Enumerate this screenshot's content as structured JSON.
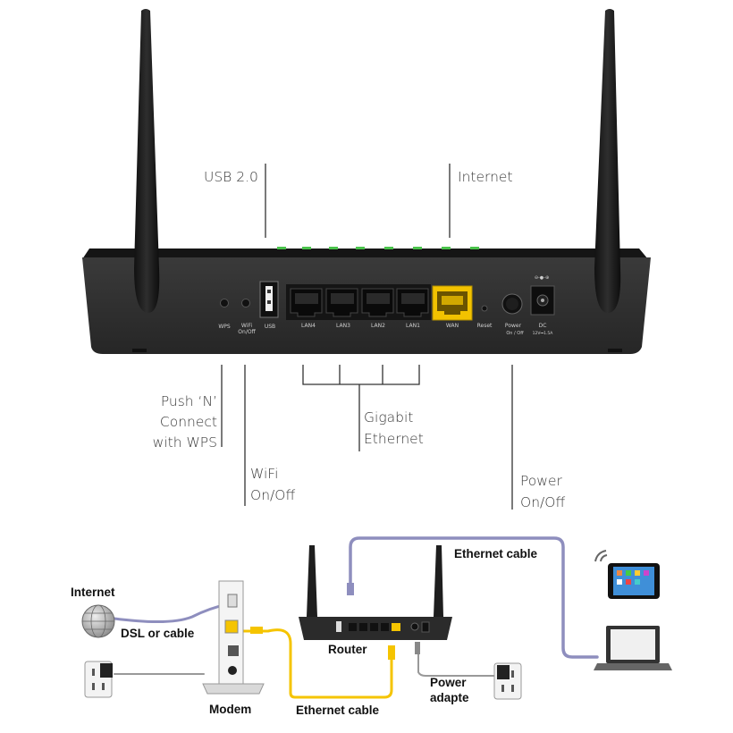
{
  "top_callouts": {
    "usb": "USB 2.0",
    "internet": "Internet",
    "wps": [
      "Push ‘N’",
      "Connect",
      "with WPS"
    ],
    "gigabit": [
      "Gigabit",
      "Ethernet"
    ],
    "wifi": [
      "WiFi",
      "On/Off"
    ],
    "power": [
      "Power",
      "On/Off"
    ]
  },
  "ports": {
    "wps": "WPS",
    "wifi": [
      "WiFi",
      "On/Off"
    ],
    "usb": "USB",
    "lan4": "LAN4",
    "lan3": "LAN3",
    "lan2": "LAN2",
    "lan1": "LAN1",
    "wan": "WAN",
    "reset": "Reset",
    "power": "Power",
    "power_states": "On / Off",
    "dc": "DC",
    "dc_rating": "12V⎓1.5A"
  },
  "setup_diagram": {
    "internet": "Internet",
    "dsl": "DSL or cable",
    "modem": "Modem",
    "router": "Router",
    "ethernet_cable_top": "Ethernet cable",
    "ethernet_cable_bottom": "Ethernet cable",
    "power_adapter": [
      "Power",
      "adapte"
    ]
  },
  "colors": {
    "router_body": "#2b2b2b",
    "wan_port": "#f2c200",
    "cable_yellow": "#f5c400",
    "cable_purple": "#8f8fbf",
    "callout_text": "#3a3a3a"
  }
}
